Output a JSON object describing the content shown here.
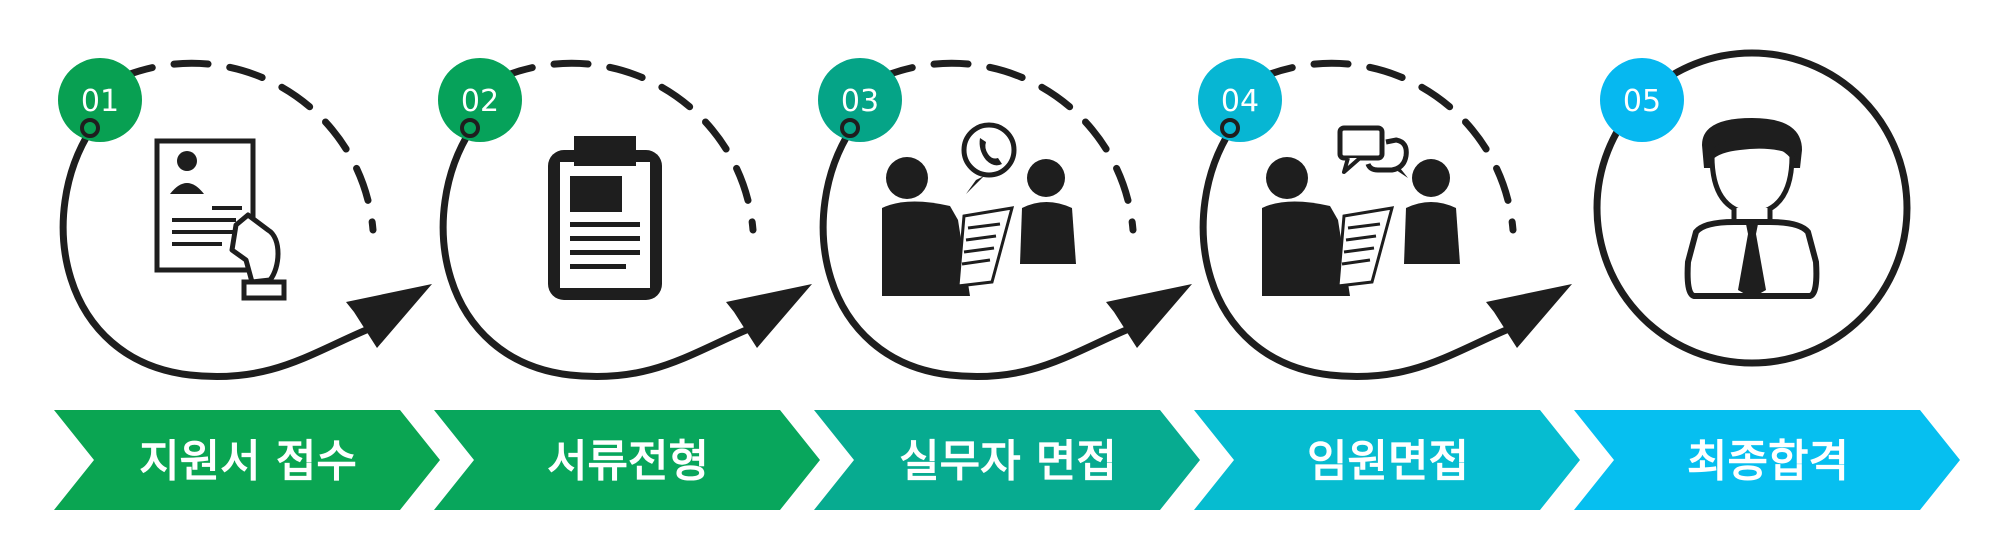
{
  "steps": [
    {
      "number": "01",
      "label": "지원서 접수",
      "badge_color": "#08a052",
      "banner_color": "#0aa552",
      "icon": "resume-hand-icon"
    },
    {
      "number": "02",
      "label": "서류전형",
      "badge_color": "#06a25a",
      "banner_color": "#08a65c",
      "icon": "clipboard-document-icon"
    },
    {
      "number": "03",
      "label": "실무자 면접",
      "badge_color": "#05a487",
      "banner_color": "#07ab90",
      "icon": "interview-phone-icon"
    },
    {
      "number": "04",
      "label": "임원면접",
      "badge_color": "#07b6d3",
      "banner_color": "#06bcd0",
      "icon": "interview-chat-icon"
    },
    {
      "number": "05",
      "label": "최종합격",
      "badge_color": "#06b8f0",
      "banner_color": "#06bff0",
      "icon": "person-tie-icon"
    }
  ]
}
